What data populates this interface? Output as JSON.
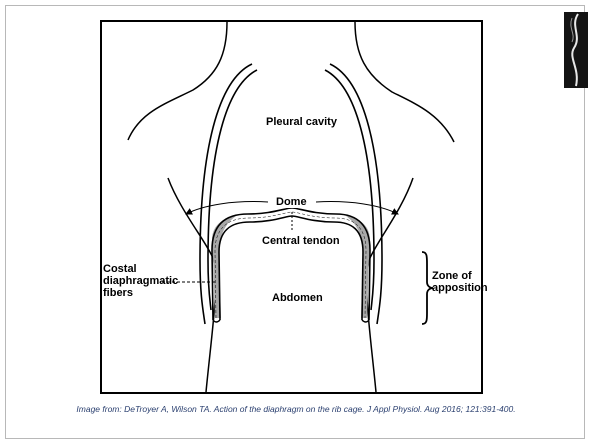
{
  "diagram": {
    "labels": {
      "pleural_cavity": "Pleural cavity",
      "dome": "Dome",
      "central_tendon": "Central tendon",
      "abdomen": "Abdomen",
      "costal_line1": "Costal",
      "costal_line2": "diaphragmatic",
      "costal_line3": "fibers",
      "zone_line1": "Zone of",
      "zone_line2": "apposition"
    }
  },
  "caption": "Image from: DeTroyer A, Wilson TA. Action of the diaphragm on the rib cage. J Appl Physiol. Aug 2016; 121:391-400.",
  "colors": {
    "caption": "#2a3f6f",
    "line": "#000000",
    "muscle_fill": "#a8a8a8"
  }
}
